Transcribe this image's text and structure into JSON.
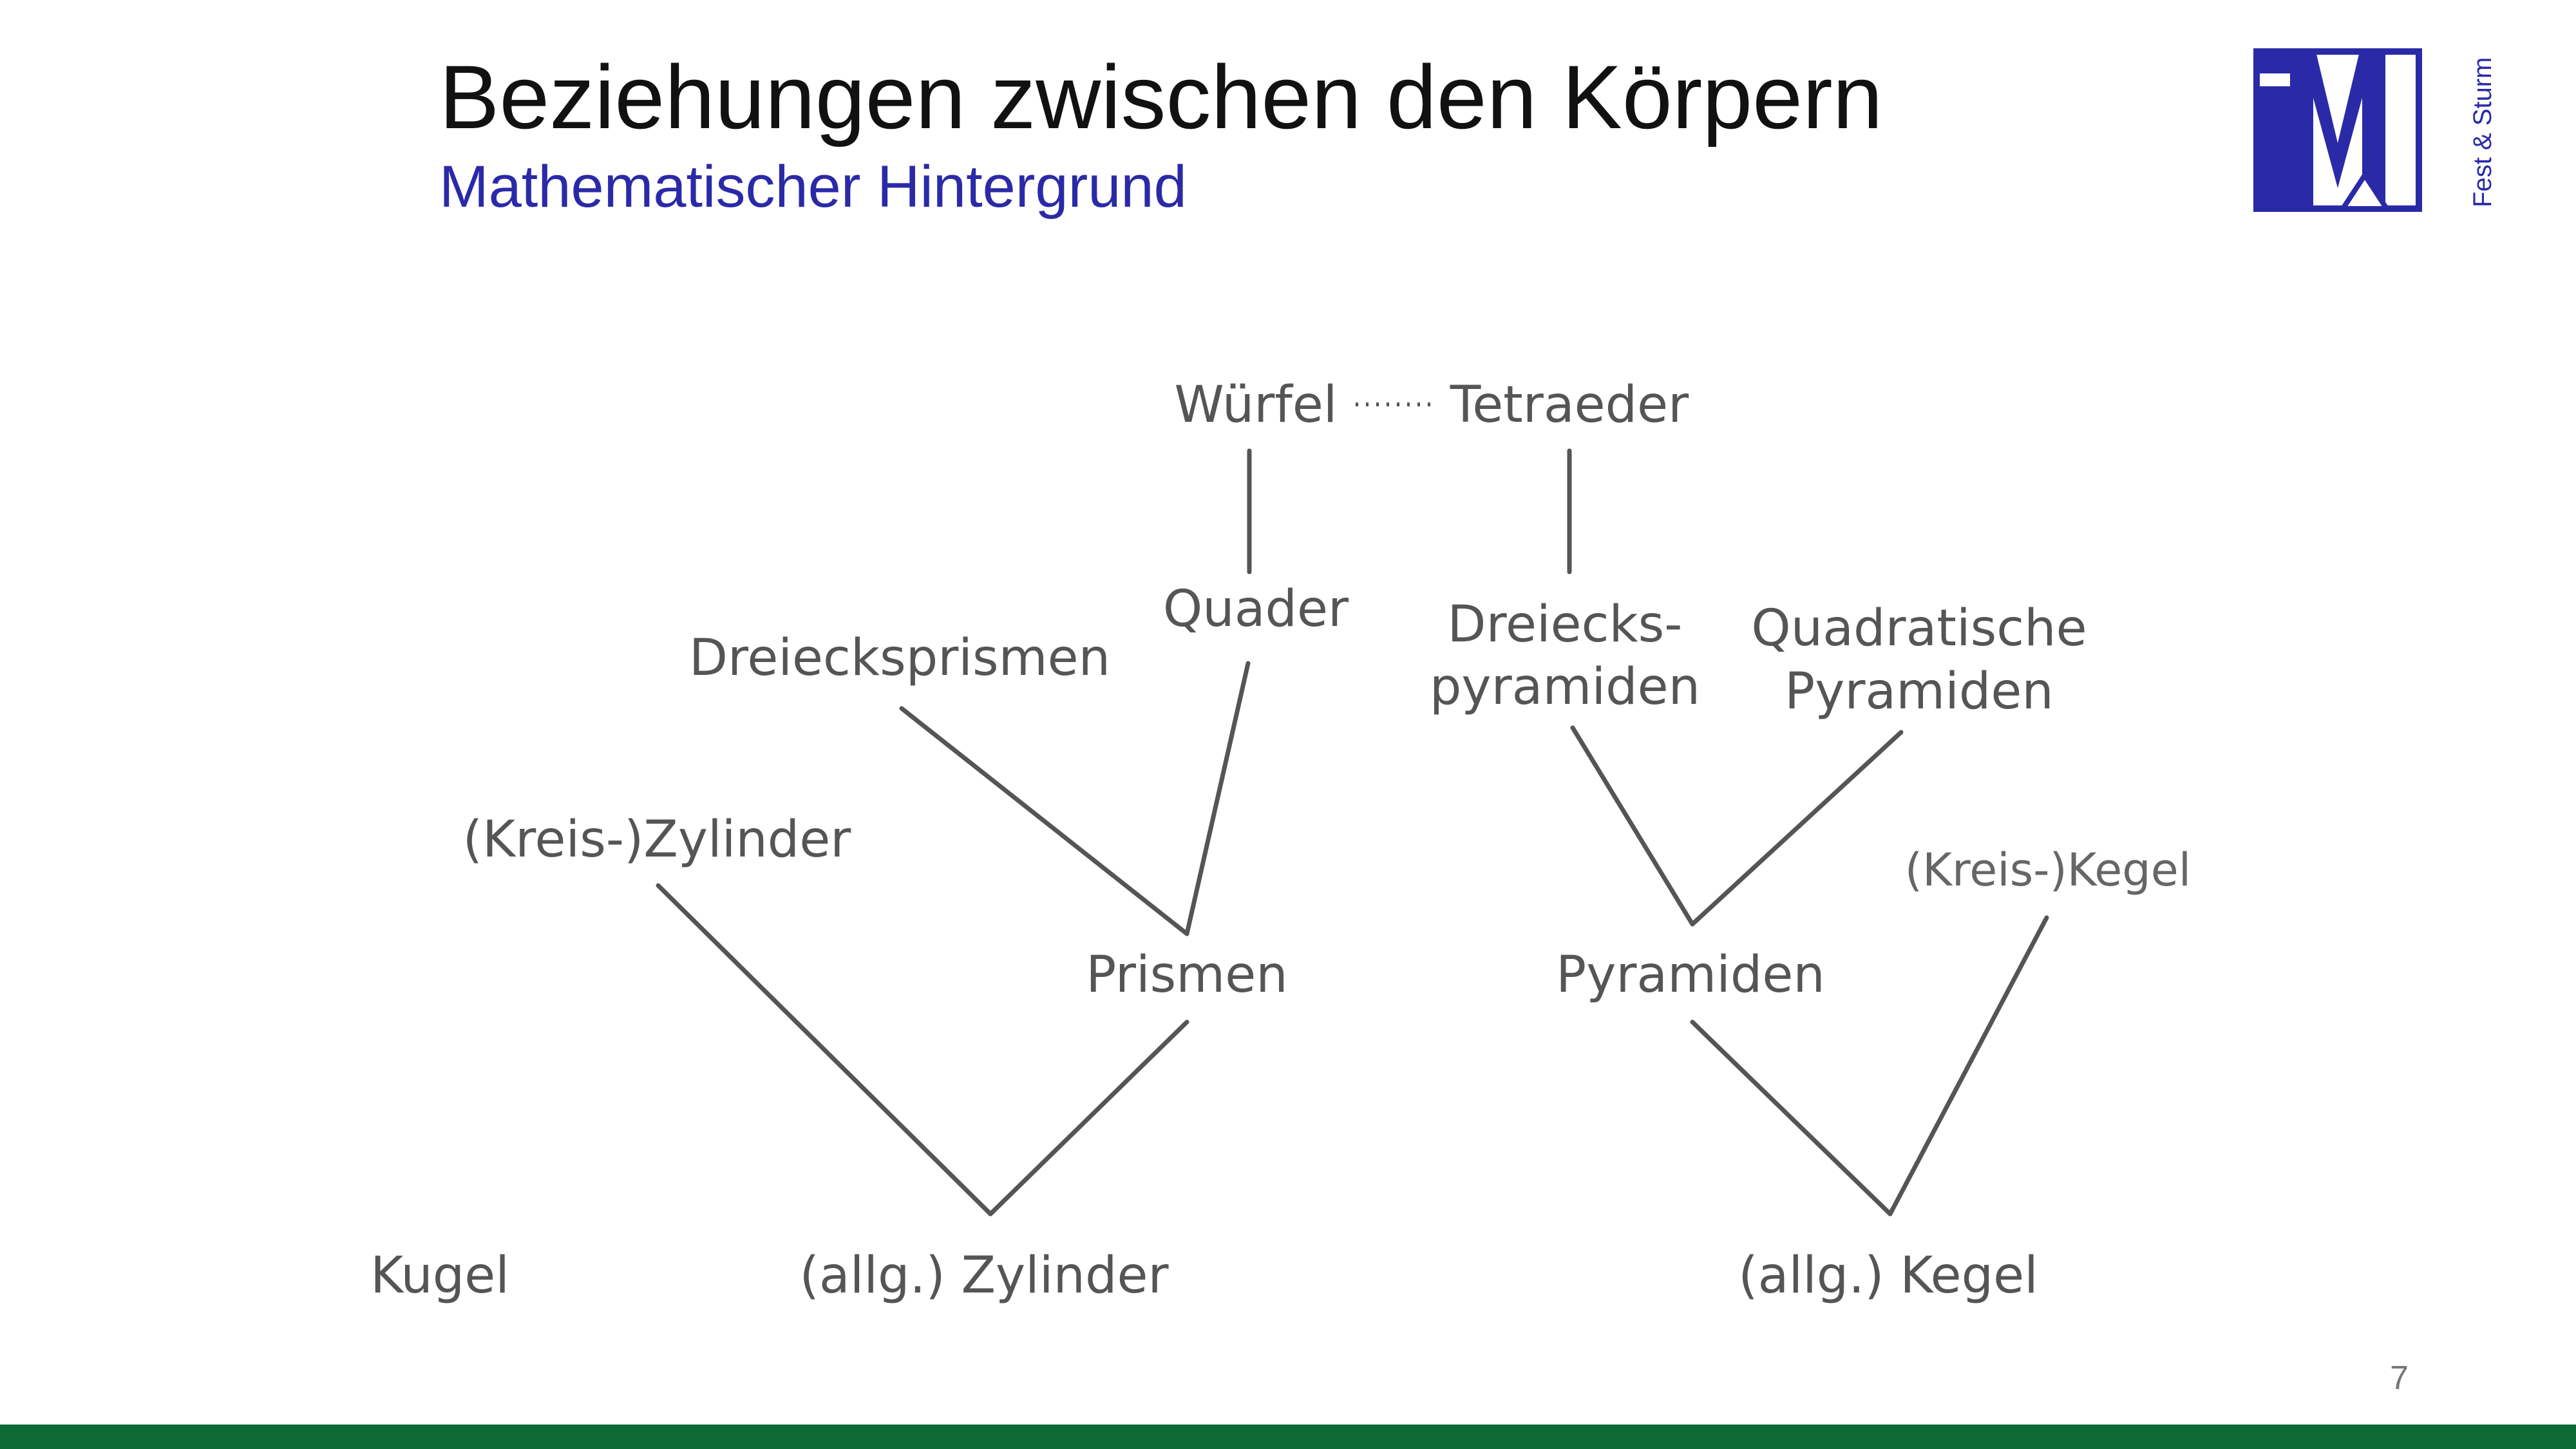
{
  "slide": {
    "title": "Beziehungen zwischen den Körpern",
    "subtitle": "Mathematischer Hintergrund",
    "page_number": "7"
  },
  "logo": {
    "text": "Fest & Sturm",
    "color": "#2a2aa8"
  },
  "diagram": {
    "nodes": {
      "wuerfel": "Würfel",
      "tetraeder": "Tetraeder",
      "quader": "Quader",
      "dreiecksprismen": "Dreiecksprismen",
      "dreieckspyramiden_l1": "Dreiecks-",
      "dreieckspyramiden_l2": "pyramiden",
      "quadratische_pyramiden_l1": "Quadratische",
      "quadratische_pyramiden_l2": "Pyramiden",
      "kreiszylinder": "(Kreis-)Zylinder",
      "kreiskegel": "(Kreis-)Kegel",
      "prismen": "Prismen",
      "pyramiden": "Pyramiden",
      "kugel": "Kugel",
      "allg_zylinder": "(allg.) Zylinder",
      "allg_kegel": "(allg.) Kegel"
    },
    "edges": [
      [
        "wuerfel",
        "tetraeder",
        "dotted"
      ],
      [
        "wuerfel",
        "quader"
      ],
      [
        "tetraeder",
        "dreieckspyramiden"
      ],
      [
        "quader",
        "prismen"
      ],
      [
        "dreiecksprismen",
        "prismen"
      ],
      [
        "dreieckspyramiden",
        "pyramiden"
      ],
      [
        "quadratische_pyramiden",
        "pyramiden"
      ],
      [
        "kreiszylinder",
        "allg_zylinder"
      ],
      [
        "prismen",
        "allg_zylinder"
      ],
      [
        "pyramiden",
        "allg_kegel"
      ],
      [
        "kreiskegel",
        "allg_kegel"
      ]
    ]
  },
  "colors": {
    "text": "#555555",
    "title": "#111111",
    "subtitle": "#2a2aa8",
    "footer_bar": "#0c6b35"
  }
}
